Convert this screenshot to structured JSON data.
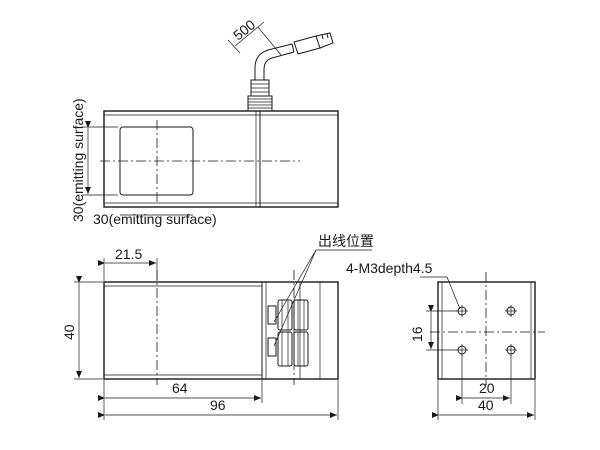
{
  "drawing": {
    "cable_length": "500",
    "emitting_height": "30(emitting surface)",
    "emitting_width": "30(emitting surface)",
    "outlet_position": "出线位置",
    "thread_spec": "4-M3depth4.5",
    "dim_offset": "21.5",
    "dim_height": "40",
    "dim_mount_length": "64",
    "dim_total_length": "96",
    "dim_hole_v": "16",
    "dim_hole_h": "20",
    "dim_width": "40"
  }
}
